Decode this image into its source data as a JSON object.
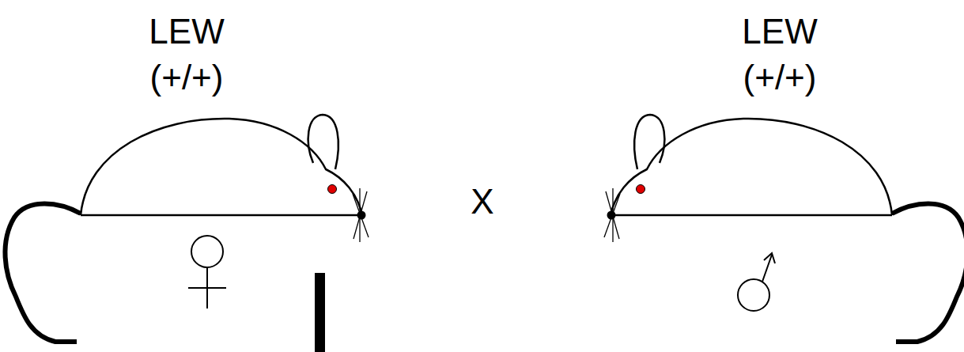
{
  "diagram": {
    "labels": [
      "LEW",
      "(+/+)",
      "LEW",
      "(+/+)",
      "X"
    ]
  }
}
